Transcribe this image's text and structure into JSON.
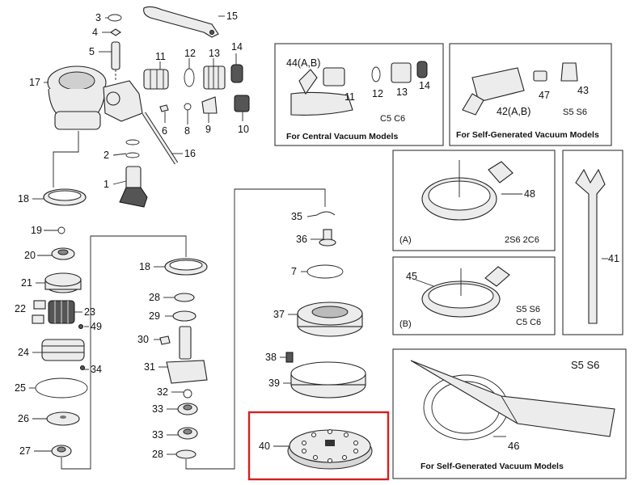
{
  "labels": {
    "p1": "1",
    "p2": "2",
    "p3": "3",
    "p4": "4",
    "p5": "5",
    "p6": "6",
    "p7": "7",
    "p8": "8",
    "p9": "9",
    "p10": "10",
    "p11": "11",
    "p12": "12",
    "p13": "13",
    "p14": "14",
    "p15": "15",
    "p16": "16",
    "p17": "17",
    "p18a": "18",
    "p18b": "18",
    "p19": "19",
    "p20": "20",
    "p21": "21",
    "p22": "22",
    "p23": "23",
    "p24": "24",
    "p25": "25",
    "p26": "26",
    "p27": "27",
    "p28a": "28",
    "p28b": "28",
    "p29": "29",
    "p30": "30",
    "p31": "31",
    "p32": "32",
    "p33a": "33",
    "p33b": "33",
    "p34": "34",
    "p35": "35",
    "p36": "36",
    "p37": "37",
    "p38": "38",
    "p39": "39",
    "p40": "40",
    "p41": "41",
    "p42": "42(A,B)",
    "p43": "43",
    "p44": "44(A,B)",
    "p45": "45",
    "p46": "46",
    "p47": "47",
    "p48": "48",
    "p49": "49",
    "inset_11": "11",
    "inset_12": "12",
    "inset_13": "13",
    "inset_14": "14"
  },
  "boxes": {
    "central": {
      "caption": "For Central Vacuum Models",
      "models": "C5  C6"
    },
    "self_gen": {
      "caption": "For Self-Generated Vacuum Models",
      "models": "S5  S6"
    },
    "shroud_a": {
      "tag": "(A)",
      "models": "2S6  2C6"
    },
    "shroud_b": {
      "tag": "(B)",
      "models_1": "S5  S6",
      "models_2": "C5  C6"
    },
    "hose": {
      "caption": "For Self-Generated Vacuum Models",
      "models": "S5  S6"
    }
  },
  "colors": {
    "highlight": "#d42020",
    "line": "#222222"
  }
}
